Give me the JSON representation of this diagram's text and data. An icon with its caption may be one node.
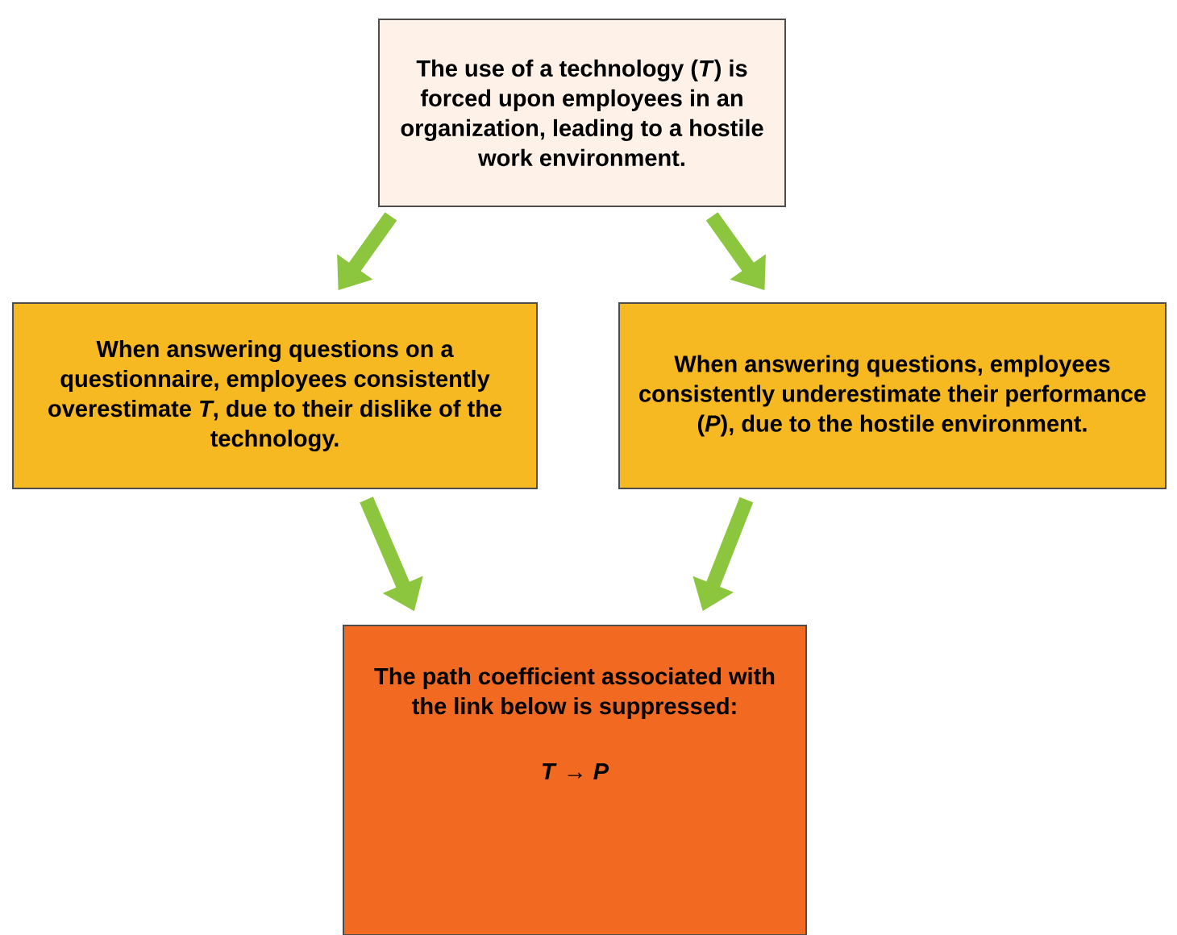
{
  "diagram": {
    "nodes": [
      {
        "text": [
          "The use of a technology (*T*) is forced upon employees in an organization, leading to a hostile work environment."
        ]
      },
      {
        "text": [
          "When answering questions on a questionnaire, employees consistently overestimate *T*, due to their dislike of the technology."
        ]
      },
      {
        "text": [
          "When answering questions, employees consistently underestimate their performance (*P*), due to the hostile environment."
        ]
      },
      {
        "text": [
          "The path coefficient associated with the link below is suppressed:",
          "*T* → *P*"
        ]
      }
    ],
    "edges": [
      {
        "from": 0,
        "to": 1,
        "arrow": "to"
      },
      {
        "from": 0,
        "to": 2,
        "arrow": "to"
      },
      {
        "from": 1,
        "to": 3,
        "arrow": "to"
      },
      {
        "from": 2,
        "to": 3,
        "arrow": "to"
      }
    ]
  }
}
